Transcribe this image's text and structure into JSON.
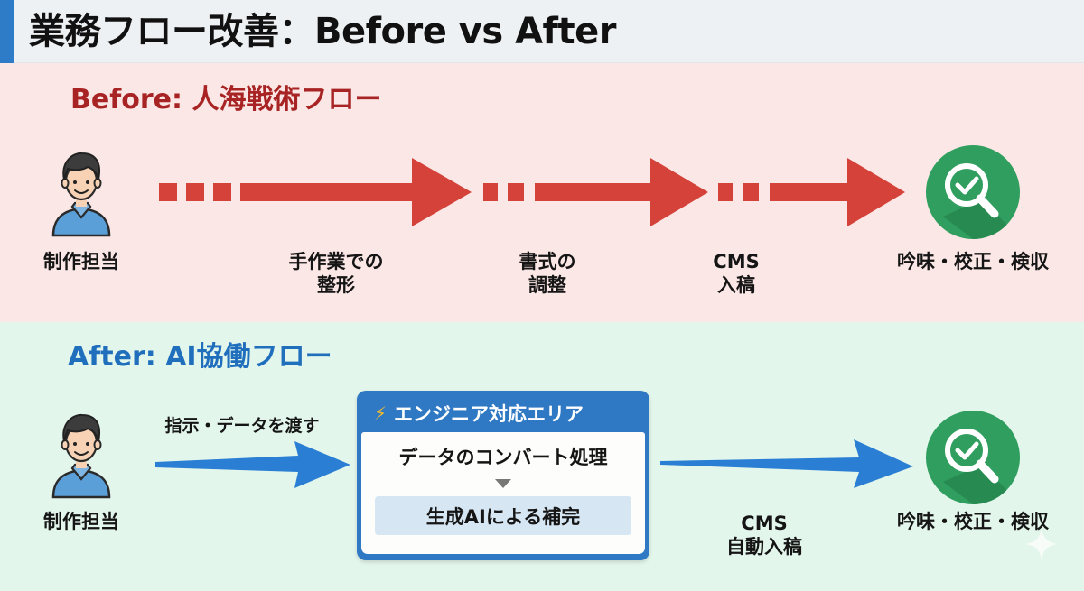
{
  "header": {
    "title": "業務フロー改善：Before vs After",
    "accent_color": "#2e7bc8"
  },
  "before": {
    "title": "Before: 人海戦術フロー",
    "title_color": "#a82424",
    "background": "#fbe7e5",
    "arrow_color": "#d4423a",
    "actor": {
      "icon": "person-icon",
      "label": "制作担当"
    },
    "steps": [
      {
        "lines": [
          "手作業での",
          "整形"
        ]
      },
      {
        "lines": [
          "書式の",
          "調整"
        ]
      },
      {
        "lines": [
          "CMS",
          "入稿"
        ]
      }
    ],
    "end": {
      "icon": "magnifier-check-icon",
      "label": "吟味・校正・検収"
    }
  },
  "after": {
    "title": "After: AI協働フロー",
    "title_color": "#1f6fbd",
    "background": "#e3f6ec",
    "arrow_color": "#2a7fd4",
    "actor": {
      "icon": "person-icon",
      "label": "制作担当"
    },
    "handoff_label": "指示・データを渡す",
    "engineer_area": {
      "icon": "lightning-icon",
      "bolt_glyph": "⚡",
      "title": "エンジニア対応エリア",
      "step1": "データのコンバート処理",
      "step2": "生成AIによる補完"
    },
    "cms_label": {
      "lines": [
        "CMS",
        "自動入稿"
      ]
    },
    "end": {
      "icon": "magnifier-check-icon",
      "label": "吟味・校正・検収"
    }
  },
  "colors": {
    "check_badge": "#2f9e5e",
    "person_shirt": "#5b9fd8",
    "person_hair": "#3c3c3c",
    "person_skin": "#f7d2b4"
  }
}
